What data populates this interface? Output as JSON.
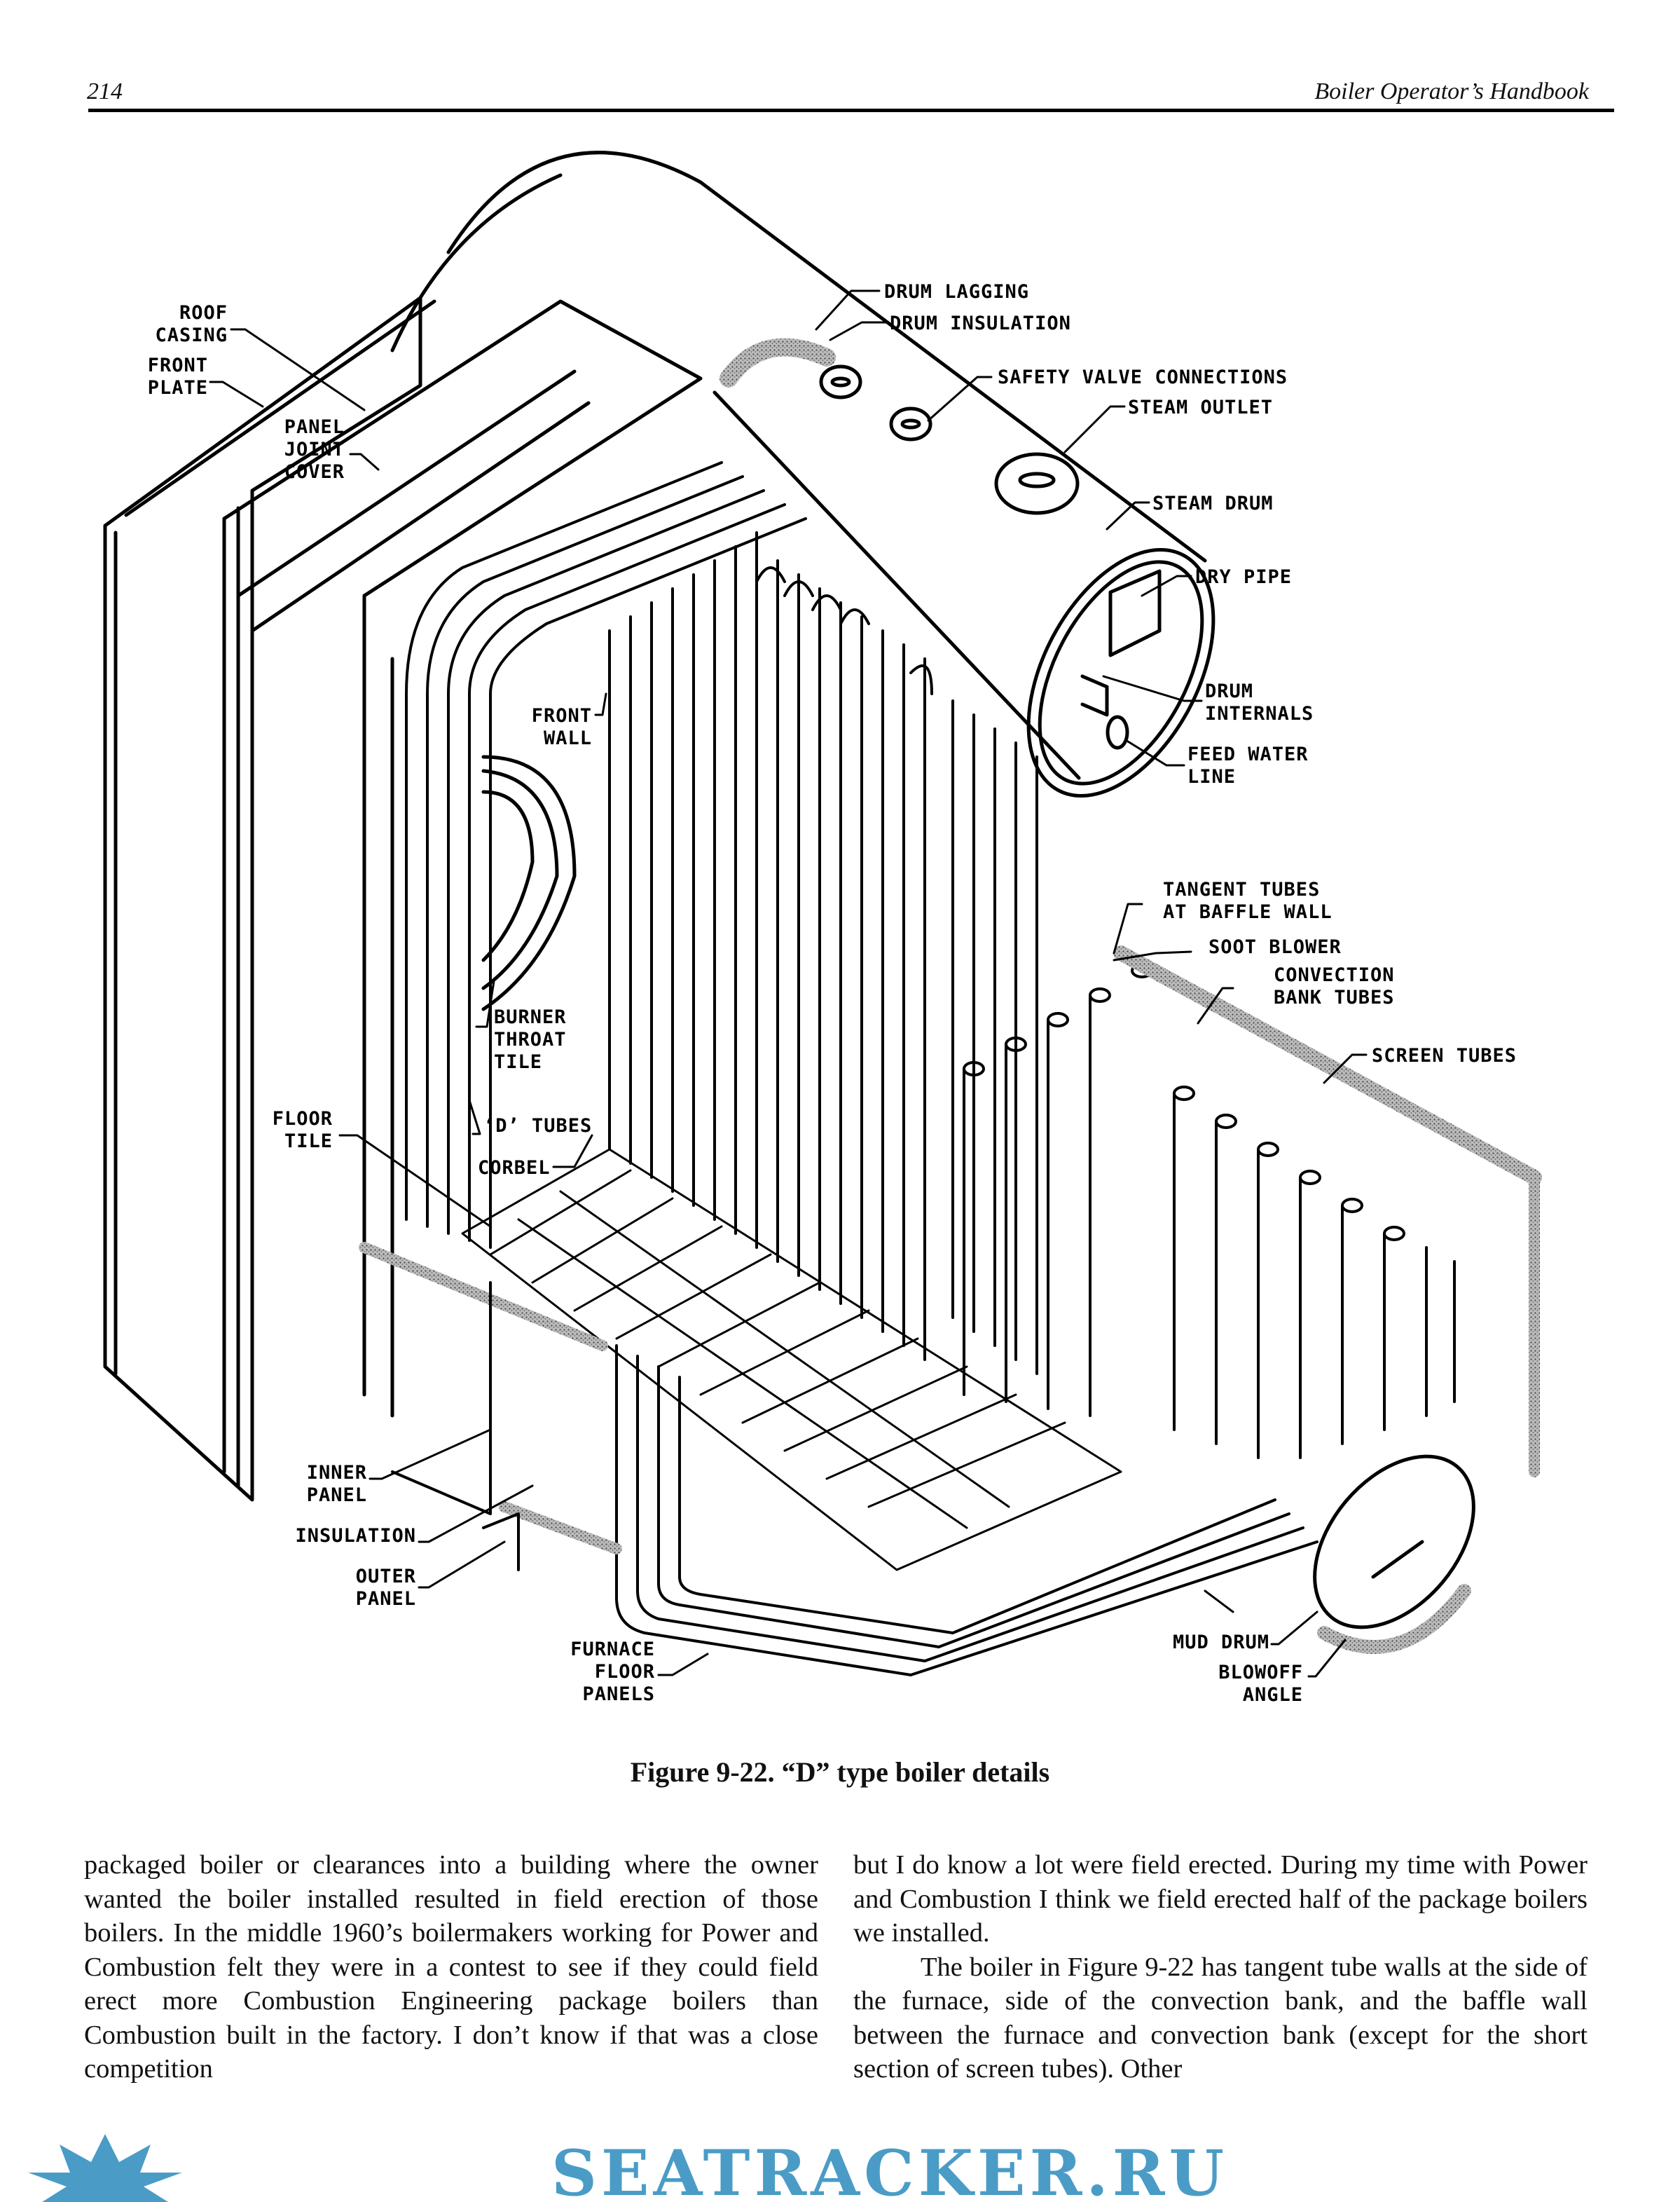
{
  "header": {
    "page_number": "214",
    "book_title": "Boiler Operator’s Handbook"
  },
  "figure": {
    "caption": "Figure 9-22. “D” type boiler details",
    "labels": {
      "roof_casing": [
        "ROOF",
        "CASING"
      ],
      "front_plate": [
        "FRONT",
        "PLATE"
      ],
      "panel_joint_cover": [
        "PANEL",
        "JOINT",
        "COVER"
      ],
      "drum_lagging": "DRUM LAGGING",
      "drum_insulation": "DRUM INSULATION",
      "safety_valve_connections": "SAFETY VALVE CONNECTIONS",
      "steam_outlet": "STEAM OUTLET",
      "steam_drum": "STEAM DRUM",
      "dry_pipe": "DRY PIPE",
      "drum_internals": [
        "DRUM",
        "INTERNALS"
      ],
      "feed_water_line": [
        "FEED WATER",
        "LINE"
      ],
      "front_wall": [
        "FRONT",
        "WALL"
      ],
      "tangent_tubes": [
        "TANGENT TUBES",
        "AT BAFFLE WALL"
      ],
      "soot_blower": "SOOT BLOWER",
      "convection_bank_tubes": [
        "CONVECTION",
        "BANK TUBES"
      ],
      "screen_tubes": "SCREEN TUBES",
      "burner_throat_tile": [
        "BURNER",
        "THROAT",
        "TILE"
      ],
      "floor_tile": [
        "FLOOR",
        "TILE"
      ],
      "d_tubes": "‘D’ TUBES",
      "corbel": "CORBEL",
      "inner_panel": [
        "INNER",
        "PANEL"
      ],
      "insulation": "INSULATION",
      "outer_panel": [
        "OUTER",
        "PANEL"
      ],
      "furnace_floor_panels": [
        "FURNACE",
        "FLOOR",
        "PANELS"
      ],
      "mud_drum": "MUD DRUM",
      "blowoff_angle": [
        "BLOWOFF",
        "ANGLE"
      ]
    }
  },
  "body": {
    "left_column": "packaged boiler or clearances into a building where the owner wanted the boiler installed resulted in field erection of those boilers. In the middle 1960’s boilermakers working for Power and Combustion felt they were in a contest to see if they could field erect more Combustion Engineering package boilers than Combustion built in the factory. I don’t know if that was a close competition",
    "right_column_p1": "but I do know a lot were field erected. During my time with Power and Combustion I think we field erected half of the package boilers we installed.",
    "right_column_p2": "The boiler in Figure 9-22 has tangent tube walls at the side of the furnace, side of the convection bank, and the baffle wall between the furnace and convection bank (except for the short section of screen tubes). Other"
  },
  "watermark": {
    "text": "SEATRACKER.RU",
    "color": "#4a9cc6"
  }
}
